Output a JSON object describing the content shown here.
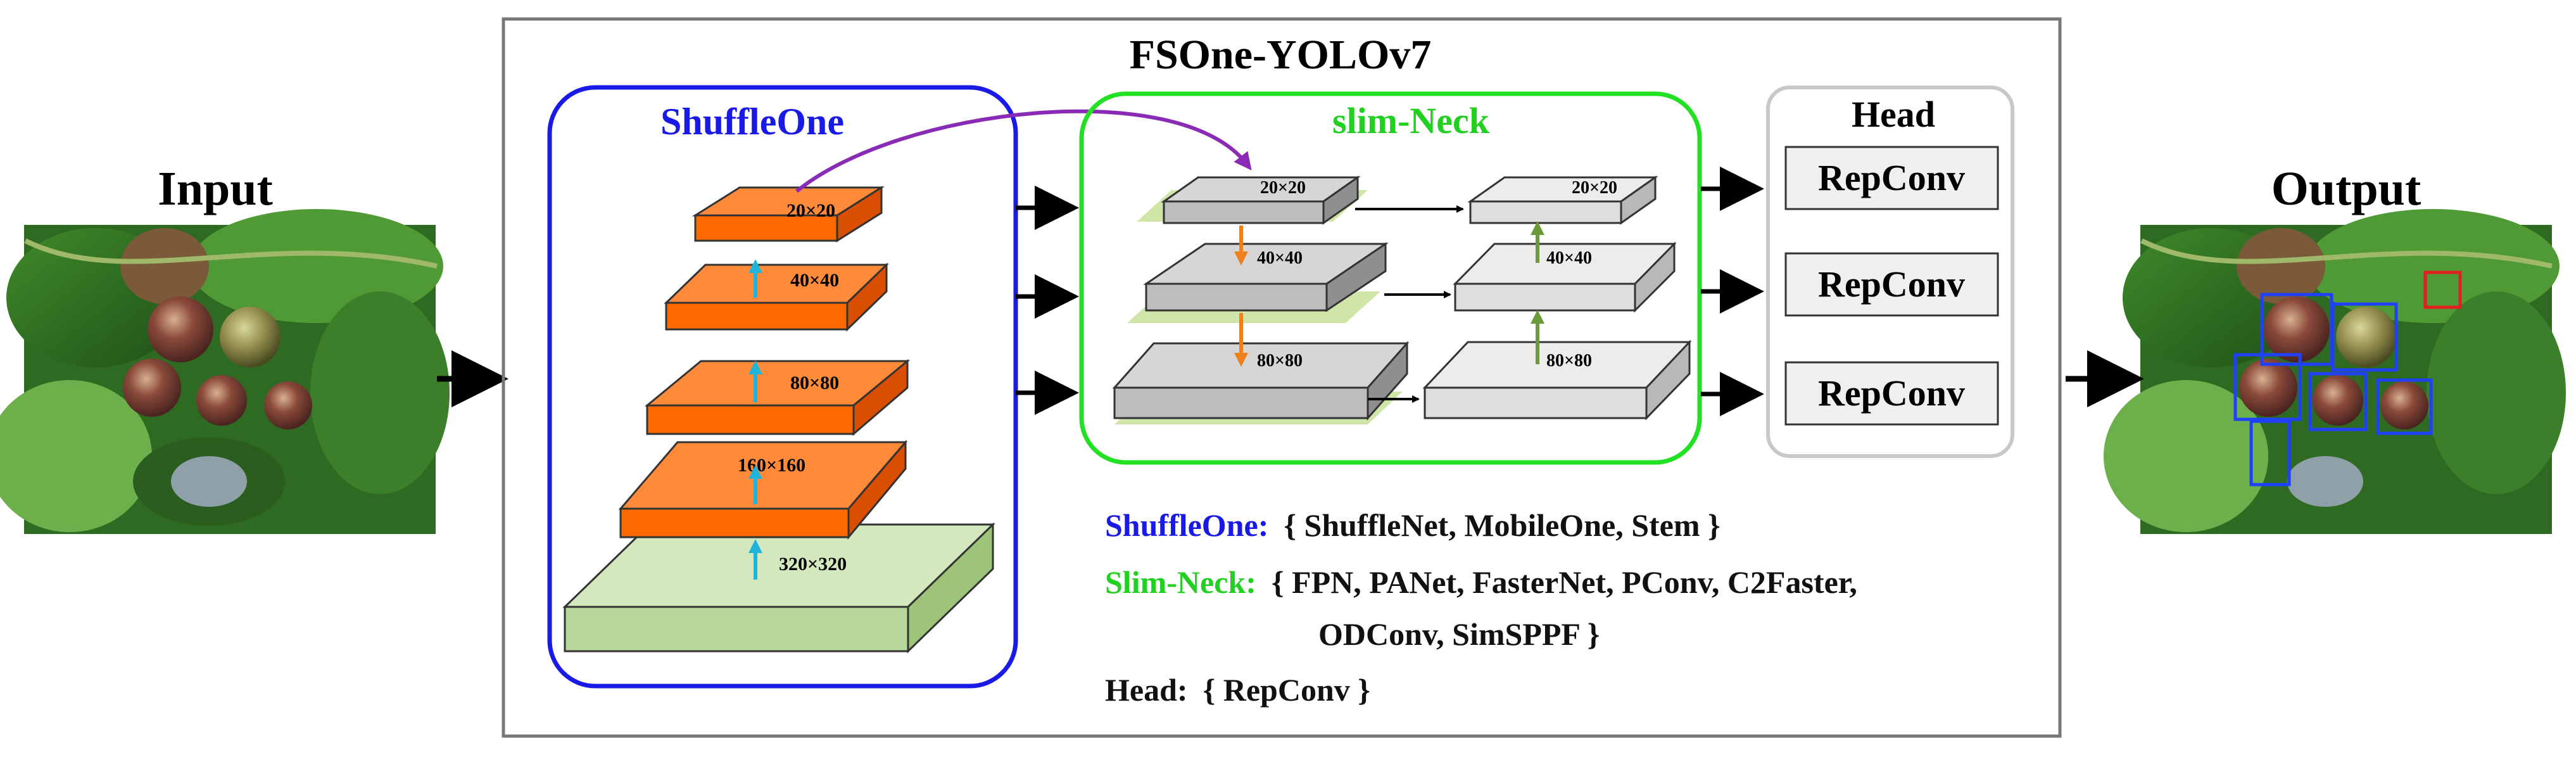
{
  "title": "FSOne-YOLOv7",
  "input_label": "Input",
  "output_label": "Output",
  "colors": {
    "backbone_border": "#1a1ae6",
    "backbone_title": "#1a1ae6",
    "neck_border": "#22e022",
    "neck_title": "#22d022",
    "head_border": "#c8c8c8",
    "orange_block": "#ff6a00",
    "green_base": "#b7d69a",
    "neck_dark_block": "#bdbdbd",
    "neck_light_block": "#dedede",
    "purple_arrow": "#8a2bb5",
    "cyan_arrow": "#1fb4d8",
    "orange_arrow": "#f07f1a",
    "green_arrow": "#6a9a3a",
    "detection_box": "#2040ff"
  },
  "backbone": {
    "title": "ShuffleOne",
    "layers": [
      "20×20",
      "40×40",
      "80×80",
      "160×160",
      "320×320"
    ]
  },
  "neck": {
    "title": "slim-Neck",
    "left_layers": [
      "20×20",
      "40×40",
      "80×80"
    ],
    "right_layers": [
      "20×20",
      "40×40",
      "80×80"
    ]
  },
  "head": {
    "title": "Head",
    "blocks": [
      "RepConv",
      "RepConv",
      "RepConv"
    ]
  },
  "legend": {
    "shuffleone_key": "ShuffleOne:",
    "shuffleone_val": "{ ShuffleNet,  MobileOne, Stem }",
    "slimneck_key": "Slim-Neck:",
    "slimneck_val": "{ FPN,  PANet,  FasterNet,  PConv,  C2Faster,",
    "slimneck_val2": "ODConv, SimSPPF }",
    "head_key": "Head:",
    "head_val": "{ RepConv }"
  }
}
